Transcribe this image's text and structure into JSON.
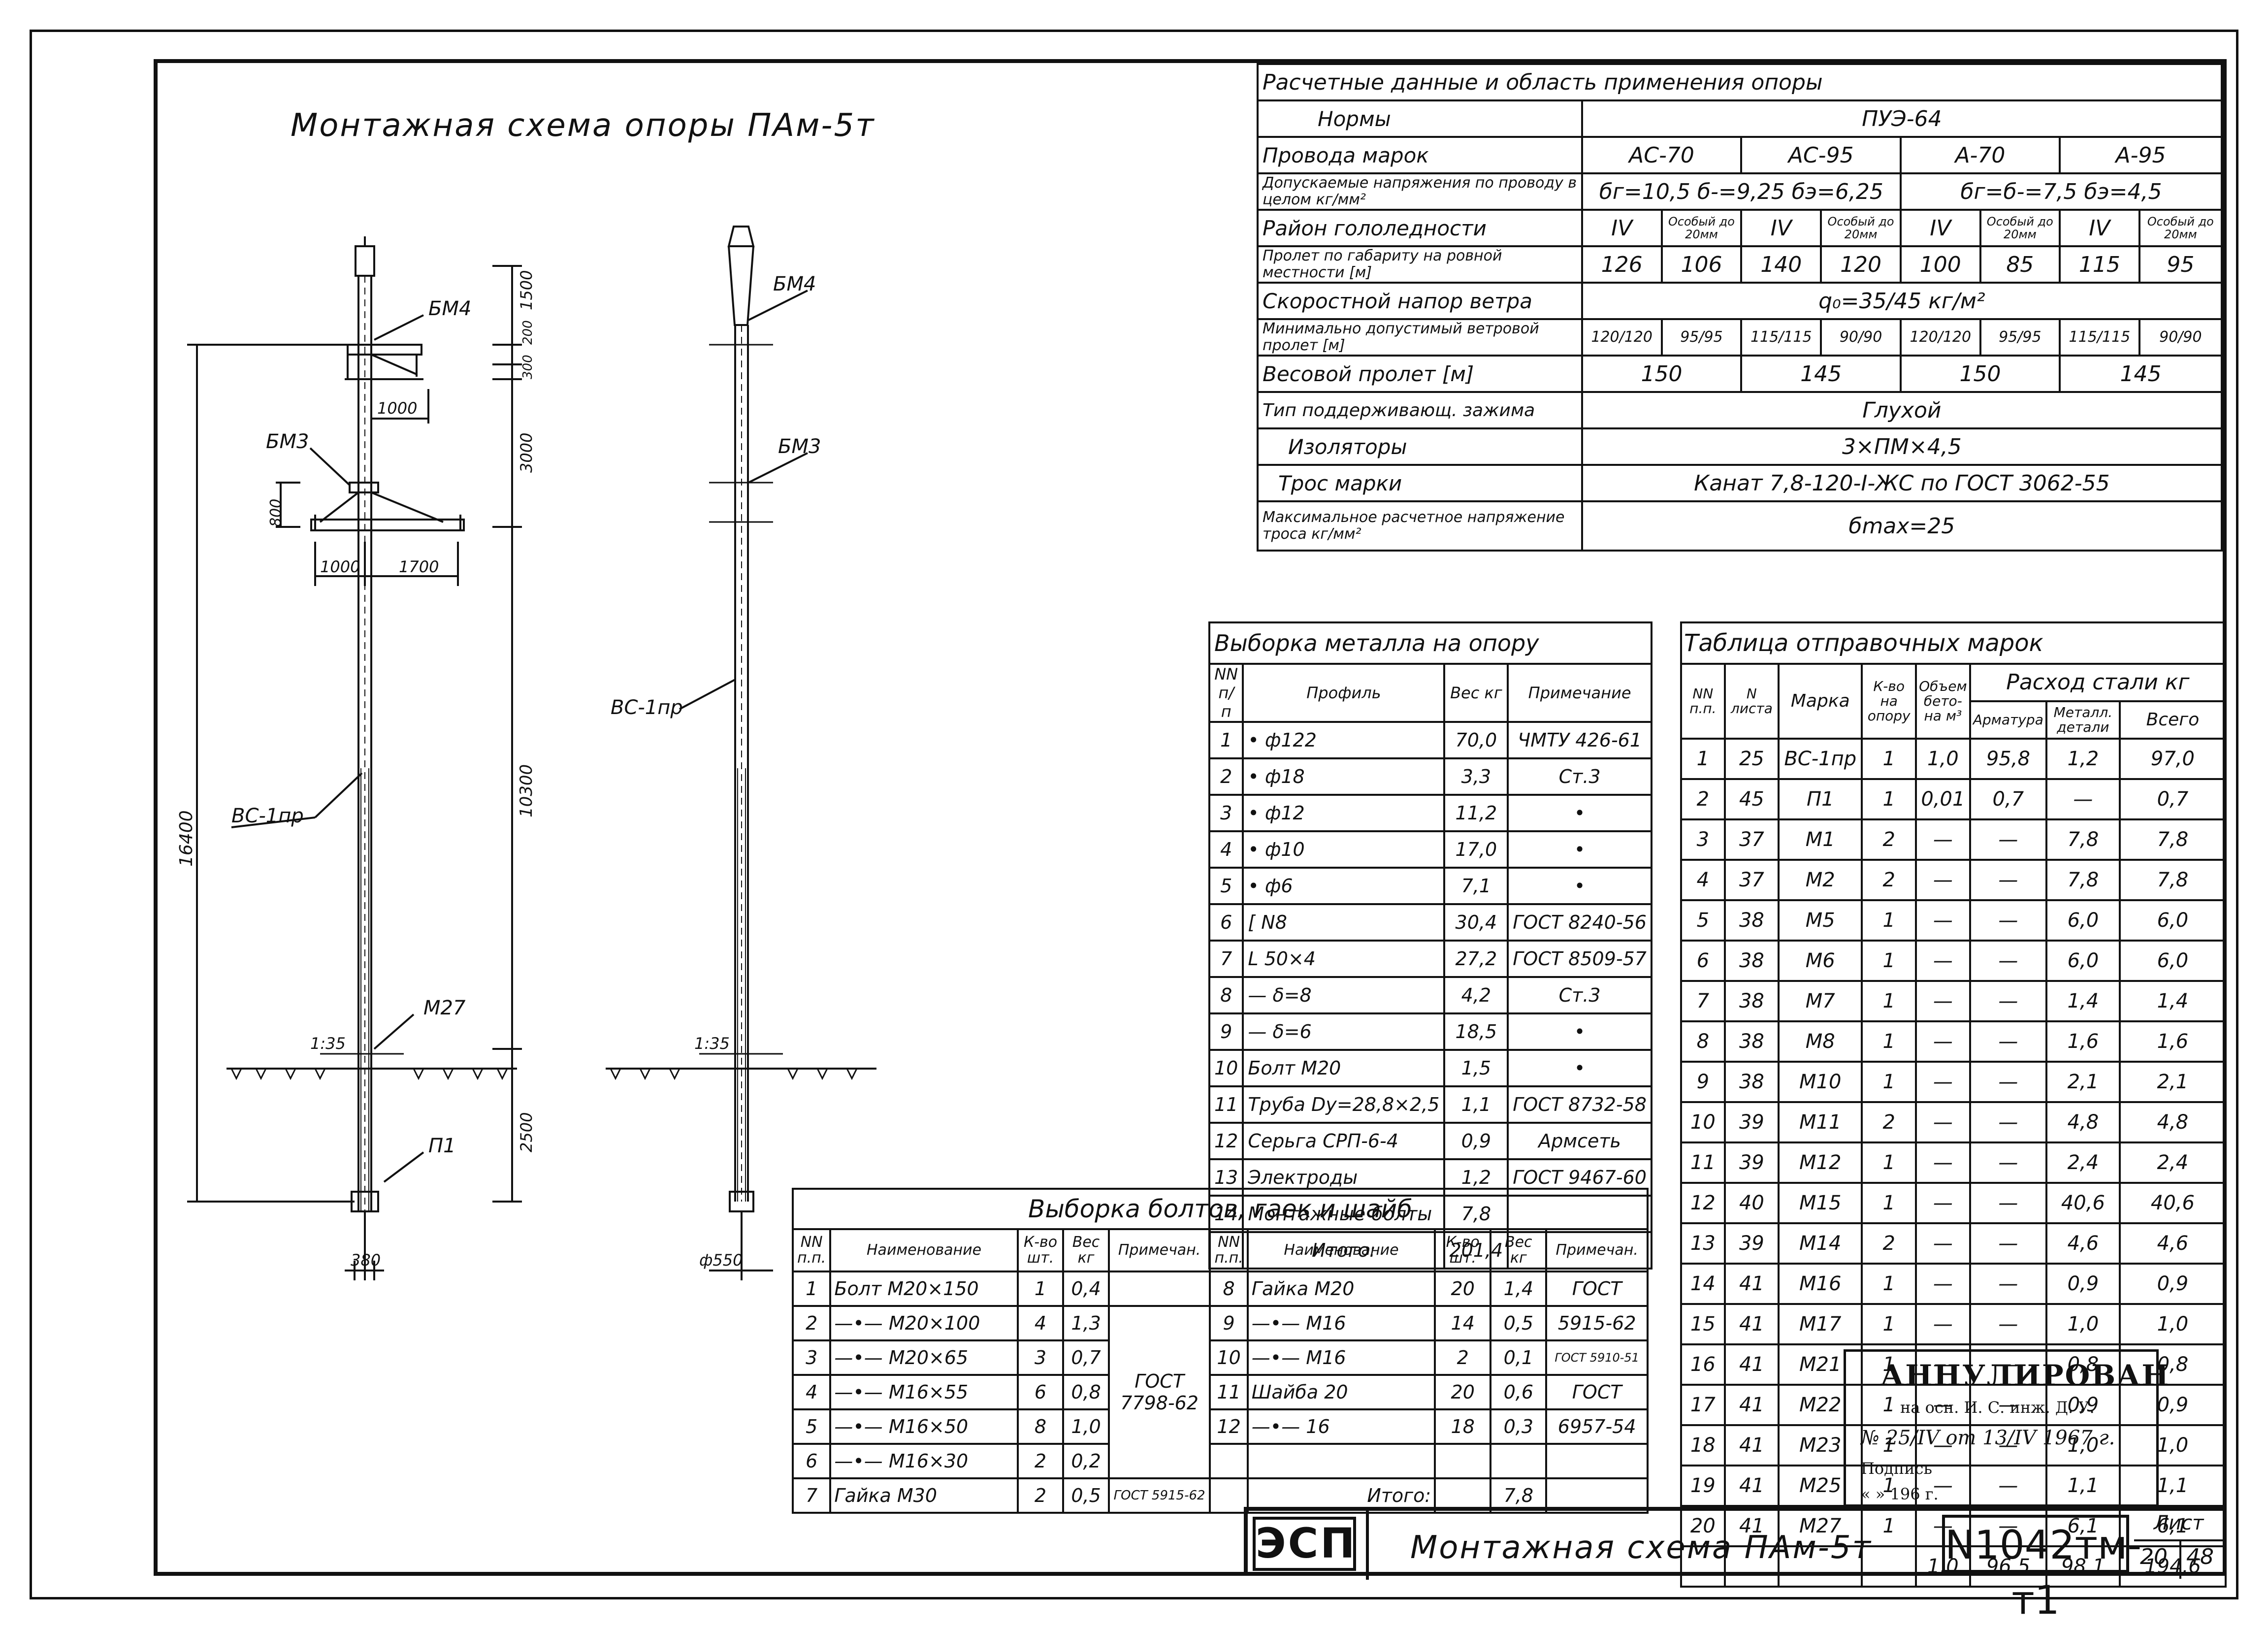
{
  "title": "Монтажная схема опоры ПАм-5т",
  "drawing": {
    "left_labels": {
      "bm4": "БМ4",
      "bm3": "БМ3",
      "vs": "ВС-1пр",
      "m27": "М27",
      "p1": "П1",
      "slope": "1:35",
      "d1000a": "1000",
      "d800": "800",
      "d1000b": "1000",
      "d1700": "1700",
      "h1500": "1500",
      "h300a": "300",
      "h200": "200",
      "h3000": "3000",
      "h10300": "10300",
      "h2500": "2500",
      "h16400": "16400",
      "base380": "380"
    },
    "right_labels": {
      "bm4": "БМ4",
      "bm3": "БМ3",
      "vs": "ВС-1пр",
      "slope": "1:35",
      "base550": "ф550"
    }
  },
  "design": {
    "caption": "Расчетные данные и область применения опоры",
    "norms_label": "Нормы",
    "norms_value": "ПУЭ-64",
    "wires_label": "Провода марок",
    "wires": [
      "АС-70",
      "АС-95",
      "А-70",
      "А-95"
    ],
    "stress_label": "Допускаемые напряжения по проводу в целом кг/мм²",
    "stress_ac": "бг=10,5  б-=9,25  бэ=6,25",
    "stress_a": "бг=б-=7,5  бэ=4,5",
    "ice_label": "Район гололедности",
    "ice": [
      "IV",
      "Особый до 20мм",
      "IV",
      "Особый до 20мм",
      "IV",
      "Особый до 20мм",
      "IV",
      "Особый до 20мм"
    ],
    "span_label": "Пролет по габариту на ровной местности [м]",
    "span": [
      "126",
      "106",
      "140",
      "120",
      "100",
      "85",
      "115",
      "95"
    ],
    "wind_label": "Скоростной напор ветра",
    "wind_value": "q₀=35/45 кг/м²",
    "minspan_label": "Минимально допустимый ветровой пролет [м]",
    "minspan": [
      [
        "120",
        "120"
      ],
      [
        "95",
        "95"
      ],
      [
        "115",
        "115"
      ],
      [
        "90",
        "90"
      ],
      [
        "120",
        "120"
      ],
      [
        "95",
        "95"
      ],
      [
        "115",
        "115"
      ],
      [
        "90",
        "90"
      ]
    ],
    "weight_label": "Весовой пролет [м]",
    "weight": [
      "150",
      "145",
      "150",
      "145"
    ],
    "clamp_label": "Тип поддерживающ. зажима",
    "clamp_value": "Глухой",
    "ins_label": "Изоляторы",
    "ins_value": "3×ПМ×4,5",
    "rope_label": "Трос марки",
    "rope_value": "Канат 7,8-120-I-ЖС по ГОСТ 3062-55",
    "maxst_label": "Максимальное расчетное напряжение троса кг/мм²",
    "maxst_value": "бmax=25"
  },
  "metal": {
    "caption": "Выборка металла на опору",
    "headers": [
      "NN п/п",
      "Профиль",
      "Вес кг",
      "Примечание"
    ],
    "rows": [
      [
        "1",
        "• ф122",
        "70,0",
        "ЧМТУ 426-61"
      ],
      [
        "2",
        "• ф18",
        "3,3",
        "Ст.3"
      ],
      [
        "3",
        "• ф12",
        "11,2",
        "•"
      ],
      [
        "4",
        "• ф10",
        "17,0",
        "•"
      ],
      [
        "5",
        "• ф6",
        "7,1",
        "•"
      ],
      [
        "6",
        "[ N8",
        "30,4",
        "ГОСТ 8240-56"
      ],
      [
        "7",
        "L 50×4",
        "27,2",
        "ГОСТ 8509-57"
      ],
      [
        "8",
        "— δ=8",
        "4,2",
        "Ст.3"
      ],
      [
        "9",
        "— δ=6",
        "18,5",
        "•"
      ],
      [
        "10",
        "Болт М20",
        "1,5",
        "•"
      ],
      [
        "11",
        "Труба Dу=28,8×2,5",
        "1,1",
        "ГОСТ 8732-58"
      ],
      [
        "12",
        "Серьга СРП-6-4",
        "0,9",
        "Армсеть"
      ],
      [
        "13",
        "Электроды",
        "1,2",
        "ГОСТ 9467-60"
      ],
      [
        "14",
        "Монтажные болты",
        "7,8",
        ""
      ]
    ],
    "total_label": "Итого:",
    "total_value": "201,4"
  },
  "marks": {
    "caption": "Таблица отправочных марок",
    "steel_caption": "Расход стали кг",
    "headers": [
      "NN п.п.",
      "N листа",
      "Марка",
      "К-во на опору",
      "Объем бето-на м³",
      "Арматура",
      "Металл. детали",
      "Всего"
    ],
    "rows": [
      [
        "1",
        "25",
        "ВС-1пр",
        "1",
        "1,0",
        "95,8",
        "1,2",
        "97,0"
      ],
      [
        "2",
        "45",
        "П1",
        "1",
        "0,01",
        "0,7",
        "—",
        "0,7"
      ],
      [
        "3",
        "37",
        "М1",
        "2",
        "—",
        "—",
        "7,8",
        "7,8"
      ],
      [
        "4",
        "37",
        "М2",
        "2",
        "—",
        "—",
        "7,8",
        "7,8"
      ],
      [
        "5",
        "38",
        "М5",
        "1",
        "—",
        "—",
        "6,0",
        "6,0"
      ],
      [
        "6",
        "38",
        "М6",
        "1",
        "—",
        "—",
        "6,0",
        "6,0"
      ],
      [
        "7",
        "38",
        "М7",
        "1",
        "—",
        "—",
        "1,4",
        "1,4"
      ],
      [
        "8",
        "38",
        "М8",
        "1",
        "—",
        "—",
        "1,6",
        "1,6"
      ],
      [
        "9",
        "38",
        "М10",
        "1",
        "—",
        "—",
        "2,1",
        "2,1"
      ],
      [
        "10",
        "39",
        "М11",
        "2",
        "—",
        "—",
        "4,8",
        "4,8"
      ],
      [
        "11",
        "39",
        "М12",
        "1",
        "—",
        "—",
        "2,4",
        "2,4"
      ],
      [
        "12",
        "40",
        "М15",
        "1",
        "—",
        "—",
        "40,6",
        "40,6"
      ],
      [
        "13",
        "39",
        "М14",
        "2",
        "—",
        "—",
        "4,6",
        "4,6"
      ],
      [
        "14",
        "41",
        "М16",
        "1",
        "—",
        "—",
        "0,9",
        "0,9"
      ],
      [
        "15",
        "41",
        "М17",
        "1",
        "—",
        "—",
        "1,0",
        "1,0"
      ],
      [
        "16",
        "41",
        "М21",
        "1",
        "—",
        "—",
        "0,8",
        "0,8"
      ],
      [
        "17",
        "41",
        "М22",
        "1",
        "—",
        "—",
        "0,9",
        "0,9"
      ],
      [
        "18",
        "41",
        "М23",
        "1",
        "—",
        "—",
        "1,0",
        "1,0"
      ],
      [
        "19",
        "41",
        "М25",
        "1",
        "—",
        "—",
        "1,1",
        "1,1"
      ],
      [
        "20",
        "41",
        "М27",
        "1",
        "—",
        "—",
        "6,1",
        "6,1"
      ]
    ],
    "total": [
      "",
      "",
      "",
      "",
      "1,0",
      "96,5",
      "98,1",
      "194,6"
    ]
  },
  "bolts": {
    "caption": "Выборка болтов, гаек и шайб",
    "headers": [
      "NN п.п.",
      "Наименование",
      "К-во шт.",
      "Вес кг",
      "Примечан."
    ],
    "left": [
      [
        "1",
        "Болт М20×150",
        "1",
        "0,4"
      ],
      [
        "2",
        "—•— М20×100",
        "4",
        "1,3"
      ],
      [
        "3",
        "—•— М20×65",
        "3",
        "0,7"
      ],
      [
        "4",
        "—•— М16×55",
        "6",
        "0,8"
      ],
      [
        "5",
        "—•— М16×50",
        "8",
        "1,0"
      ],
      [
        "6",
        "—•— М16×30",
        "2",
        "0,2"
      ],
      [
        "7",
        "Гайка М30",
        "2",
        "0,5"
      ]
    ],
    "left_note": "ГОСТ 7798-62",
    "left_note7": "ГОСТ 5915-62",
    "right": [
      [
        "8",
        "Гайка М20",
        "20",
        "1,4",
        "ГОСТ"
      ],
      [
        "9",
        "—•— М16",
        "14",
        "0,5",
        "5915-62"
      ],
      [
        "10",
        "—•— М16",
        "2",
        "0,1",
        "ГОСТ 5910-51"
      ],
      [
        "11",
        "Шайба 20",
        "20",
        "0,6",
        "ГОСТ"
      ],
      [
        "12",
        "—•— 16",
        "18",
        "0,3",
        "6957-54"
      ]
    ],
    "total_label": "Итого:",
    "total_value": "7,8"
  },
  "stamp": {
    "line1": "АННУЛИРОВАН",
    "line2": "на осн. И. С. инж. Д. У.",
    "line3": "№ 25/IV от 13/IV 1967 г.",
    "line4": "Подпись",
    "line5": "« » 196 г."
  },
  "titleblock": {
    "org": "ЭСП",
    "name": "Монтажная схема ПАм-5т",
    "number": "N1042тм-т1",
    "sheet_label": "Лист",
    "sheet": "20",
    "sheets": "48"
  }
}
